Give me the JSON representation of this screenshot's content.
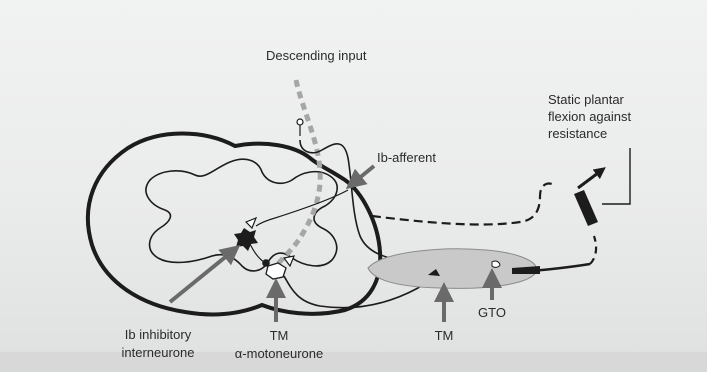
{
  "labels": {
    "descending_input": "Descending input",
    "ib_afferent": "Ib-afferent",
    "task": [
      "Static plantar",
      "flexion against",
      "resistance"
    ],
    "ib_inhibitory": [
      "Ib inhibitory",
      "interneurone"
    ],
    "tm_motoneurone": [
      "TM",
      "α-motoneurone"
    ],
    "tm_muscle": "TM",
    "gto": "GTO"
  },
  "colors": {
    "ink": "#1c1c1c",
    "arrow_grey": "#6a6a6a",
    "descending_dashes": "#a6a6a6",
    "muscle_fill": "#c9c9c9",
    "background": "#eeefef"
  }
}
